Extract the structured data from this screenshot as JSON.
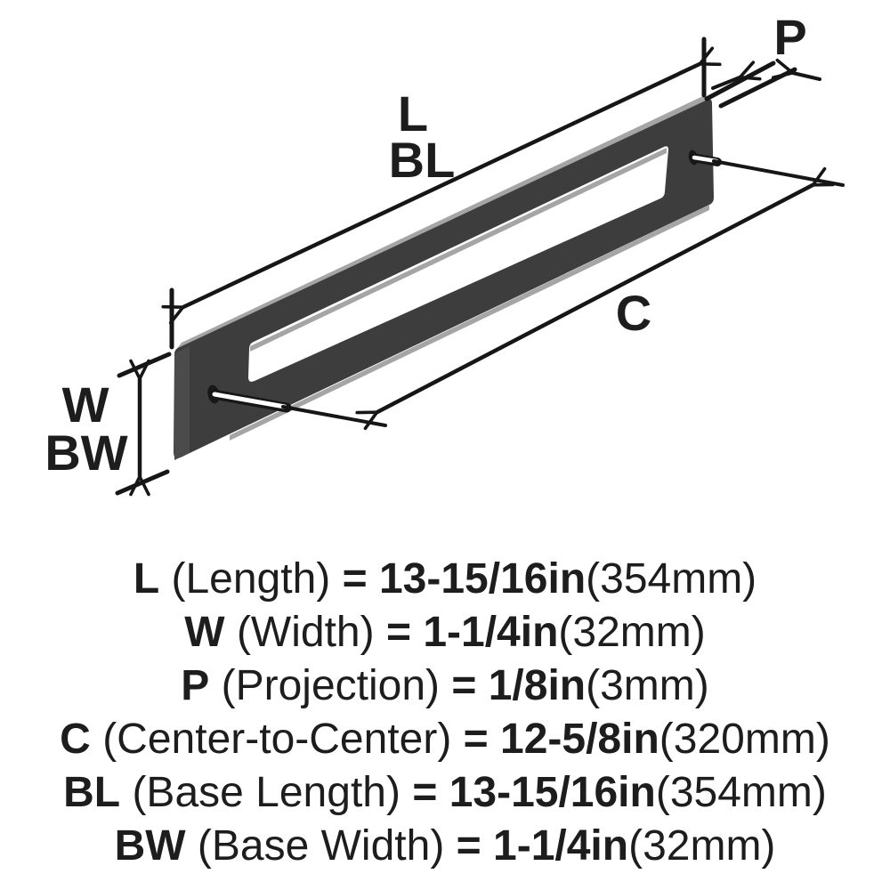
{
  "colors": {
    "background": "#ffffff",
    "body": "#3d3d3d",
    "body_side": "#4b4b4b",
    "edge_highlight": "#a5a5a5",
    "hole": "#181818",
    "line": "#161616",
    "text": "#1d1d1d"
  },
  "diagram": {
    "length_label": "L",
    "base_length_label": "BL",
    "projection_label": "P",
    "center_label": "C",
    "width_label": "W",
    "base_width_label": "BW"
  },
  "specs": [
    {
      "abbr": "L",
      "name": "(Length)",
      "eq": "=",
      "value": "13-15/16in",
      "metric": "(354mm)"
    },
    {
      "abbr": "W",
      "name": "(Width)",
      "eq": "=",
      "value": "1-1/4in",
      "metric": "(32mm)"
    },
    {
      "abbr": "P",
      "name": "(Projection)",
      "eq": "=",
      "value": "1/8in",
      "metric": "(3mm)"
    },
    {
      "abbr": "C",
      "name": "(Center-to-Center)",
      "eq": "=",
      "value": "12-5/8in",
      "metric": "(320mm)"
    },
    {
      "abbr": "BL",
      "name": "(Base Length)",
      "eq": "=",
      "value": "13-15/16in",
      "metric": "(354mm)"
    },
    {
      "abbr": "BW",
      "name": "(Base Width)",
      "eq": "=",
      "value": "1-1/4in",
      "metric": "(32mm)"
    }
  ]
}
